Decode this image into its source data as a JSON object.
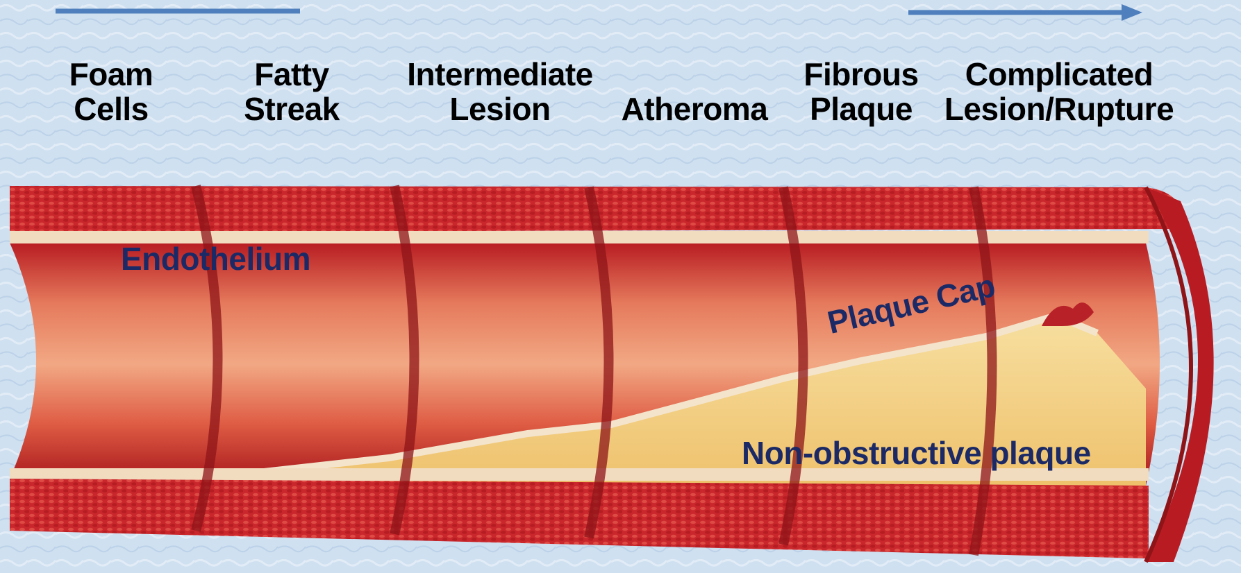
{
  "stages": [
    {
      "line1": "Foam",
      "line2": "Cells"
    },
    {
      "line1": "Fatty",
      "line2": "Streak"
    },
    {
      "line1": "Intermediate",
      "line2": "Lesion"
    },
    {
      "line1": "",
      "line2": "Atheroma"
    },
    {
      "line1": "Fibrous",
      "line2": "Plaque"
    },
    {
      "line1": "Complicated",
      "line2": "Lesion/Rupture"
    }
  ],
  "annotations": {
    "endothelium": "Endothelium",
    "plaque_cap": "Plaque Cap",
    "non_obstructive": "Non-obstructive plaque"
  },
  "colors": {
    "background": "#cfe0f0",
    "arrow": "#4f7fbd",
    "vessel_wall": "#c4232a",
    "vessel_dark": "#8e1418",
    "intima": "#f2dcc0",
    "plaque": "#f0d07a",
    "label_text": "#000000",
    "annotation_text": "#1b2a66"
  }
}
